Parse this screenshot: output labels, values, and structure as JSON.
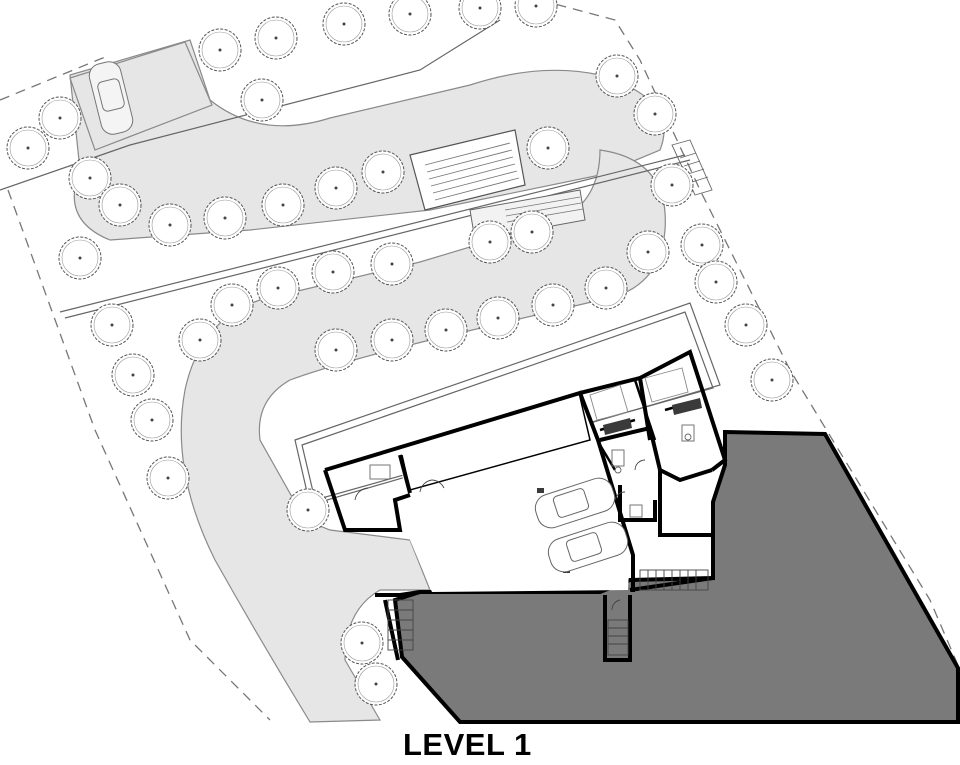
{
  "caption": "LEVEL 1",
  "colors": {
    "paving": "#e6e6e6",
    "building_mass": "#7a7a7a",
    "wall": "#000000",
    "linework": "#8a8a8a",
    "tree": "#555555"
  },
  "icons": [
    "tree-symbol",
    "car-symbol",
    "stair-symbol"
  ]
}
